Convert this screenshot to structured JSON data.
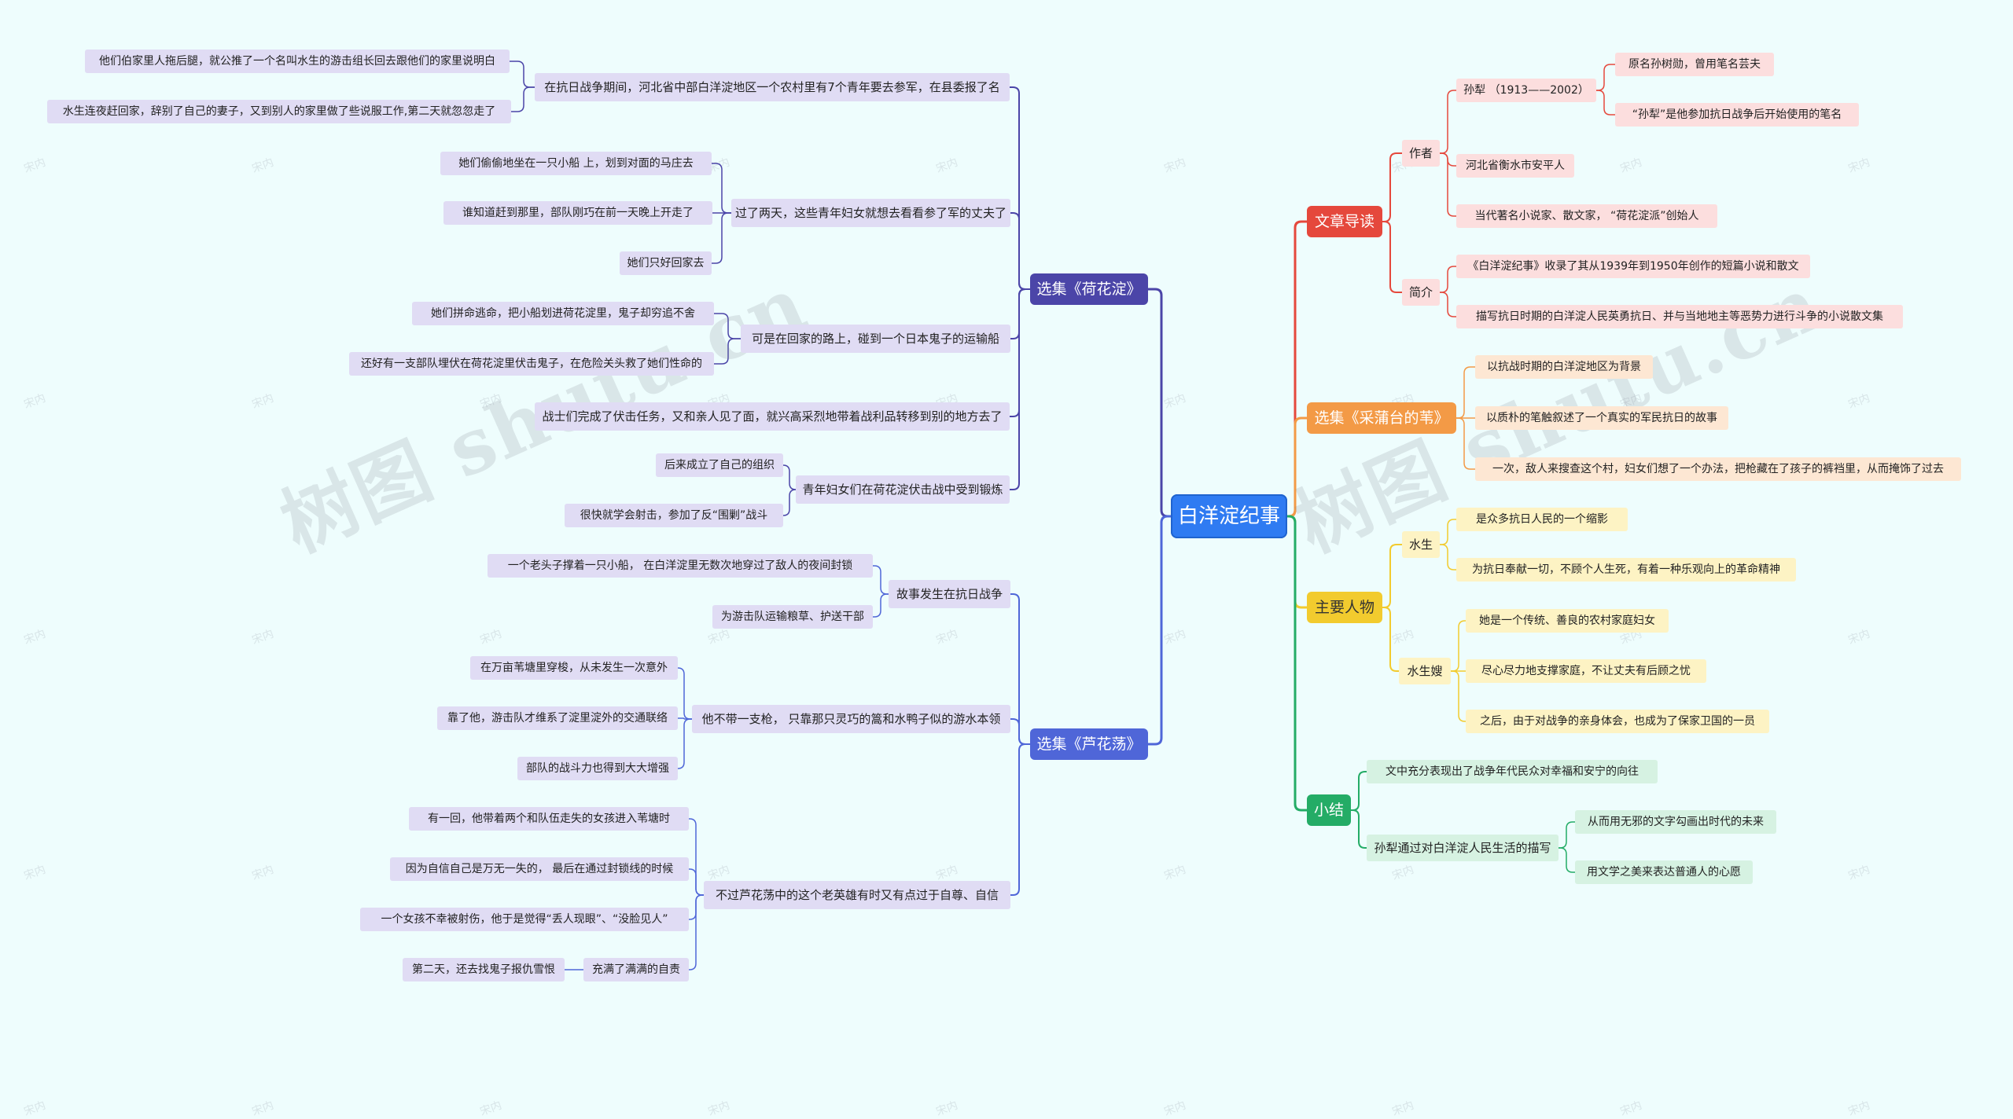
{
  "root": {
    "label": "白洋淀纪事"
  },
  "watermark": {
    "text": "树图 shutu.cn",
    "small": "宋内"
  },
  "colors": {
    "background": "#eefdfd",
    "root": "#2f7bf2",
    "left_a": "#4b45a8",
    "left_b": "#4f66d8",
    "leaf_left": "#e0dcf4",
    "red": "#e5483c",
    "orange": "#f39a46",
    "yellow": "#f2cb2e",
    "green": "#24ac66"
  },
  "left": {
    "hehuadian": {
      "label": "选集《荷花淀》",
      "children": [
        {
          "label": "在抗日战争期间，河北省中部白洋淀地区一个农村里有7个青年要去参军，在县委报了名",
          "children": [
            {
              "label": "他们伯家里人拖后腿，就公推了一个名叫水生的游击组长回去跟他们的家里说明白"
            },
            {
              "label": "水生连夜赶回家，辞别了自己的妻子，又到别人的家里做了些说服工作,第二天就忽忽走了"
            }
          ]
        },
        {
          "label": "过了两天，这些青年妇女就想去看看参了军的丈夫了",
          "children": [
            {
              "label": "她们偷偷地坐在一只小船 上，划到对面的马庄去"
            },
            {
              "label": "谁知道赶到那里，部队刚巧在前一天晚上开走了"
            },
            {
              "label": "她们只好回家去"
            }
          ]
        },
        {
          "label": "可是在回家的路上，碰到一个日本鬼子的运输船",
          "children": [
            {
              "label": "她们拼命逃命，把小船划进荷花淀里，鬼子却穷追不舍"
            },
            {
              "label": "还好有一支部队埋伏在荷花淀里伏击鬼子，在危险关头救了她们性命的"
            }
          ]
        },
        {
          "label": "战士们完成了伏击任务，又和亲人见了面，就兴高采烈地带着战利品转移到别的地方去了"
        },
        {
          "label": "青年妇女们在荷花淀伏击战中受到锻炼",
          "children": [
            {
              "label": "后来成立了自己的组织"
            },
            {
              "label": "很快就学会射击，参加了反“围剿”战斗"
            }
          ]
        }
      ]
    },
    "luhuadang": {
      "label": "选集《芦花荡》",
      "children": [
        {
          "label": "故事发生在抗日战争",
          "children": [
            {
              "label": "一个老头子撑着一只小船， 在白洋淀里无数次地穿过了敌人的夜间封锁"
            },
            {
              "label": "为游击队运输粮草、护送干部"
            }
          ]
        },
        {
          "label": "他不带一支枪， 只靠那只灵巧的篙和水鸭子似的游水本领",
          "children": [
            {
              "label": "在万亩苇塘里穿梭，从未发生一次意外"
            },
            {
              "label": "靠了他，游击队才维系了淀里淀外的交通联络"
            },
            {
              "label": "部队的战斗力也得到大大增强"
            }
          ]
        },
        {
          "label": "不过芦花荡中的这个老英雄有时又有点过于自尊、自信",
          "children": [
            {
              "label": "有一回，他带着两个和队伍走失的女孩进入苇塘时"
            },
            {
              "label": "因为自信自己是万无一失的， 最后在通过封锁线的时候"
            },
            {
              "label": "一个女孩不幸被射伤，他于是觉得“丢人现眼”、“没脸见人”"
            },
            {
              "label": "充满了满满的自责",
              "children": [
                {
                  "label": "第二天，还去找鬼子报仇雪恨"
                }
              ]
            }
          ]
        }
      ]
    }
  },
  "right": {
    "daodu": {
      "label": "文章导读",
      "children": [
        {
          "label": "作者",
          "children": [
            {
              "label": "孙犁 （1913——2002）",
              "children": [
                {
                  "label": "原名孙树勋，曾用笔名芸夫"
                },
                {
                  "label": "“孙犁”是他参加抗日战争后开始使用的笔名"
                }
              ]
            },
            {
              "label": "河北省衡水市安平人"
            },
            {
              "label": "当代著名小说家、散文家， “荷花淀派”创始人"
            }
          ]
        },
        {
          "label": "简介",
          "children": [
            {
              "label": "《白洋淀纪事》收录了其从1939年到1950年创作的短篇小说和散文"
            },
            {
              "label": "描写抗日时期的白洋淀人民英勇抗日、并与当地地主等恶势力进行斗争的小说散文集"
            }
          ]
        }
      ]
    },
    "caipu": {
      "label": "选集《采蒲台的苇》",
      "children": [
        {
          "label": "以抗战时期的白洋淀地区为背景"
        },
        {
          "label": "以质朴的笔触叙述了一个真实的军民抗日的故事"
        },
        {
          "label": "一次，敌人来搜查这个村，妇女们想了一个办法，把枪藏在了孩子的裤裆里，从而掩饰了过去"
        }
      ]
    },
    "renwu": {
      "label": "主要人物",
      "children": [
        {
          "label": "水生",
          "children": [
            {
              "label": "是众多抗日人民的一个缩影"
            },
            {
              "label": "为抗日奉献一切，不顾个人生死，有着一种乐观向上的革命精神"
            }
          ]
        },
        {
          "label": "水生嫂",
          "children": [
            {
              "label": "她是一个传统、善良的农村家庭妇女"
            },
            {
              "label": "尽心尽力地支撑家庭，不让丈夫有后顾之忧"
            },
            {
              "label": "之后，由于对战争的亲身体会，也成为了保家卫国的一员"
            }
          ]
        }
      ]
    },
    "xiaojie": {
      "label": "小结",
      "children": [
        {
          "label": "文中充分表现出了战争年代民众对幸福和安宁的向往"
        },
        {
          "label": "孙犁通过对白洋淀人民生活的描写",
          "children": [
            {
              "label": "从而用无邪的文字勾画出时代的未来"
            },
            {
              "label": "用文学之美来表达普通人的心愿"
            }
          ]
        }
      ]
    }
  }
}
